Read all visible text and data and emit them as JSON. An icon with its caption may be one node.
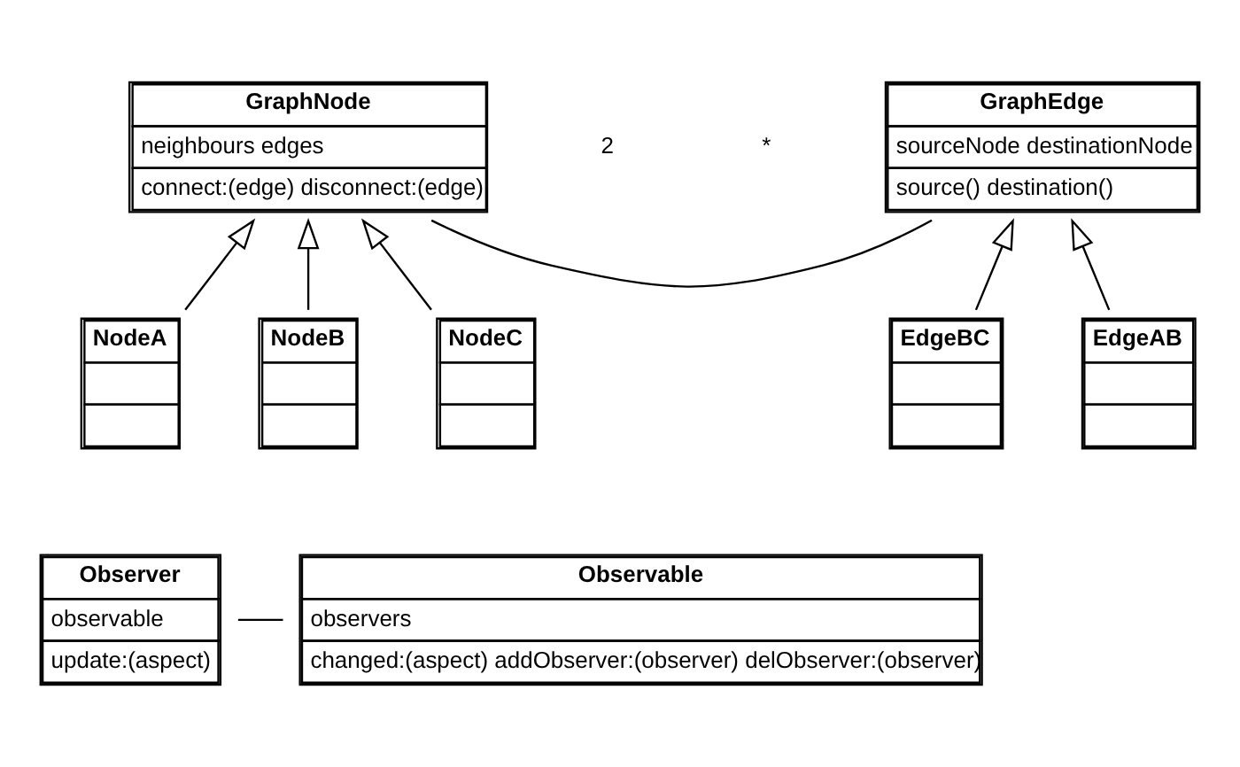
{
  "diagram": {
    "nodes": [
      {
        "text": [
          "GraphNode",
          "neighbours edges",
          "connect:(edge) disconnect:(edge)"
        ]
      },
      {
        "text": [
          "GraphEdge",
          "sourceNode destinationNode",
          "source() destination()"
        ]
      },
      {
        "text": [
          "NodeA"
        ]
      },
      {
        "text": [
          "NodeB"
        ]
      },
      {
        "text": [
          "NodeC"
        ]
      },
      {
        "text": [
          "EdgeBC"
        ]
      },
      {
        "text": [
          "EdgeAB"
        ]
      },
      {
        "text": [
          "Observer",
          "observable",
          "update:(aspect)"
        ]
      },
      {
        "text": [
          "Observable",
          "observers",
          "changed:(aspect) addObserver:(observer) delObserver:(observer)"
        ]
      }
    ],
    "edges": [
      {
        "from": 0,
        "to": 1,
        "arrow": "none"
      },
      {
        "from": 2,
        "to": 0,
        "arrow": "to"
      },
      {
        "from": 3,
        "to": 0,
        "arrow": "to"
      },
      {
        "from": 4,
        "to": 0,
        "arrow": "to"
      },
      {
        "from": 5,
        "to": 1,
        "arrow": "to"
      },
      {
        "from": 6,
        "to": 1,
        "arrow": "to"
      },
      {
        "from": 7,
        "to": 8,
        "arrow": "none"
      }
    ],
    "labels": [
      "2",
      "*"
    ]
  }
}
